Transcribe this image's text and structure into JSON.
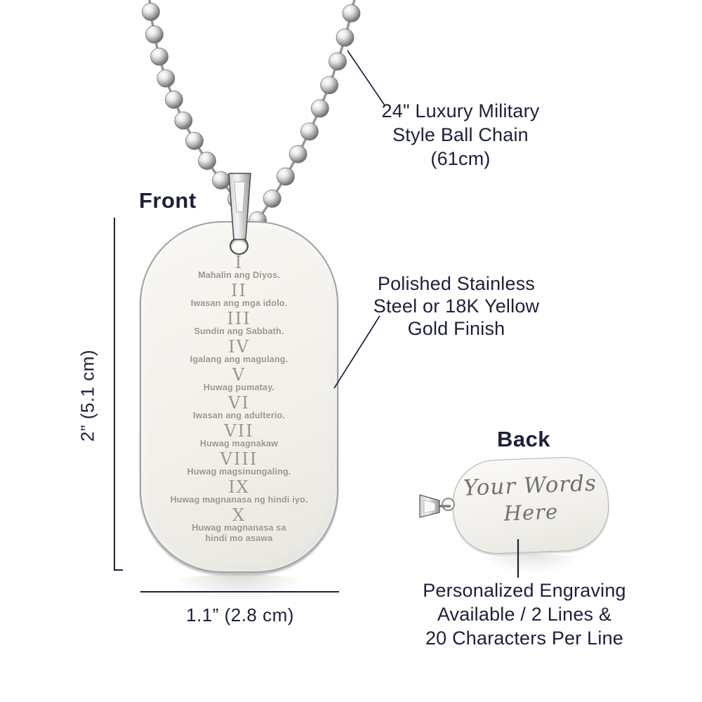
{
  "colors": {
    "ink": "#1c2038",
    "engraving_gray": "#98968e",
    "metal_light": "#f2f0ea",
    "metal_dark": "#9e9e9e",
    "line": "#1c2038"
  },
  "chain_note": {
    "lines": [
      "24\" Luxury Military",
      "Style Ball Chain",
      "(61cm)"
    ]
  },
  "material_note": {
    "lines": [
      "Polished Stainless",
      "Steel or 18K Yellow",
      "Gold Finish"
    ]
  },
  "engraving_note": {
    "lines": [
      "Personalized Engraving",
      "Available / 2 Lines &",
      "20 Characters Per Line"
    ]
  },
  "front": {
    "title": "Front",
    "height_label": "2” (5.1 cm)",
    "width_label": "1.1” (2.8 cm)",
    "commandments": [
      {
        "numeral": "I",
        "lines": [
          "Mahalin ang Diyos."
        ]
      },
      {
        "numeral": "II",
        "lines": [
          "Iwasan ang mga idolo."
        ]
      },
      {
        "numeral": "III",
        "lines": [
          "Sundin ang Sabbath."
        ]
      },
      {
        "numeral": "IV",
        "lines": [
          "Igalang ang magulang."
        ]
      },
      {
        "numeral": "V",
        "lines": [
          "Huwag pumatay."
        ]
      },
      {
        "numeral": "VI",
        "lines": [
          "Iwasan ang adulterio."
        ]
      },
      {
        "numeral": "VII",
        "lines": [
          "Huwag magnakaw"
        ]
      },
      {
        "numeral": "VIII",
        "lines": [
          "Huwag magsinungaling."
        ]
      },
      {
        "numeral": "IX",
        "lines": [
          "Huwag magnanasa ng hindi iyo."
        ]
      },
      {
        "numeral": "X",
        "lines": [
          "Huwag magnanasa sa",
          "hindi mo asawa"
        ]
      }
    ]
  },
  "back": {
    "title": "Back",
    "engraving_lines": [
      "Your Words",
      "Here"
    ]
  }
}
